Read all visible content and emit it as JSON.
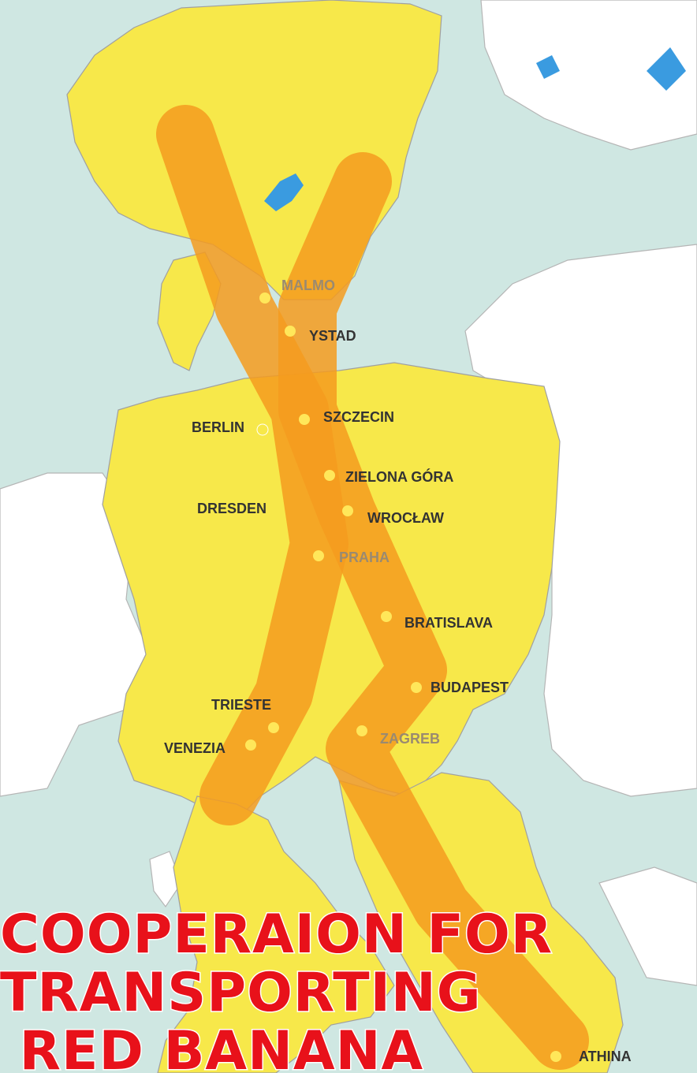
{
  "colors": {
    "sea": "#cfe7e2",
    "land_member": "#f7e84a",
    "land_other": "#ffffff",
    "border": "#9a9a9a",
    "lake": "#3a9be0",
    "corridor": "#f59b1f",
    "city_dot": "#ffe75a",
    "label_dark": "#333333",
    "label_faded": "#9a8a70",
    "title_red": "#e8111a",
    "title_outline": "#ffffff"
  },
  "cities": [
    {
      "id": "malmo",
      "label": "MALMO"
    },
    {
      "id": "ystad",
      "label": "YSTAD"
    },
    {
      "id": "berlin",
      "label": "BERLIN"
    },
    {
      "id": "szczecin",
      "label": "SZCZECIN"
    },
    {
      "id": "zielona-gora",
      "label": "ZIELONA GÓRA"
    },
    {
      "id": "dresden",
      "label": "DRESDEN"
    },
    {
      "id": "wroclaw",
      "label": "WROCŁAW"
    },
    {
      "id": "praha",
      "label": "PRAHA"
    },
    {
      "id": "bratislava",
      "label": "BRATISLAVA"
    },
    {
      "id": "budapest",
      "label": "BUDAPEST"
    },
    {
      "id": "trieste",
      "label": "TRIESTE"
    },
    {
      "id": "venezia",
      "label": "VENEZIA"
    },
    {
      "id": "zagreb",
      "label": "ZAGREB"
    },
    {
      "id": "athina",
      "label": "ATHINA"
    }
  ],
  "title": {
    "line1": "COOPERAION FOR",
    "line2": "TRANSPORTING",
    "line3": " RED BANANA"
  }
}
